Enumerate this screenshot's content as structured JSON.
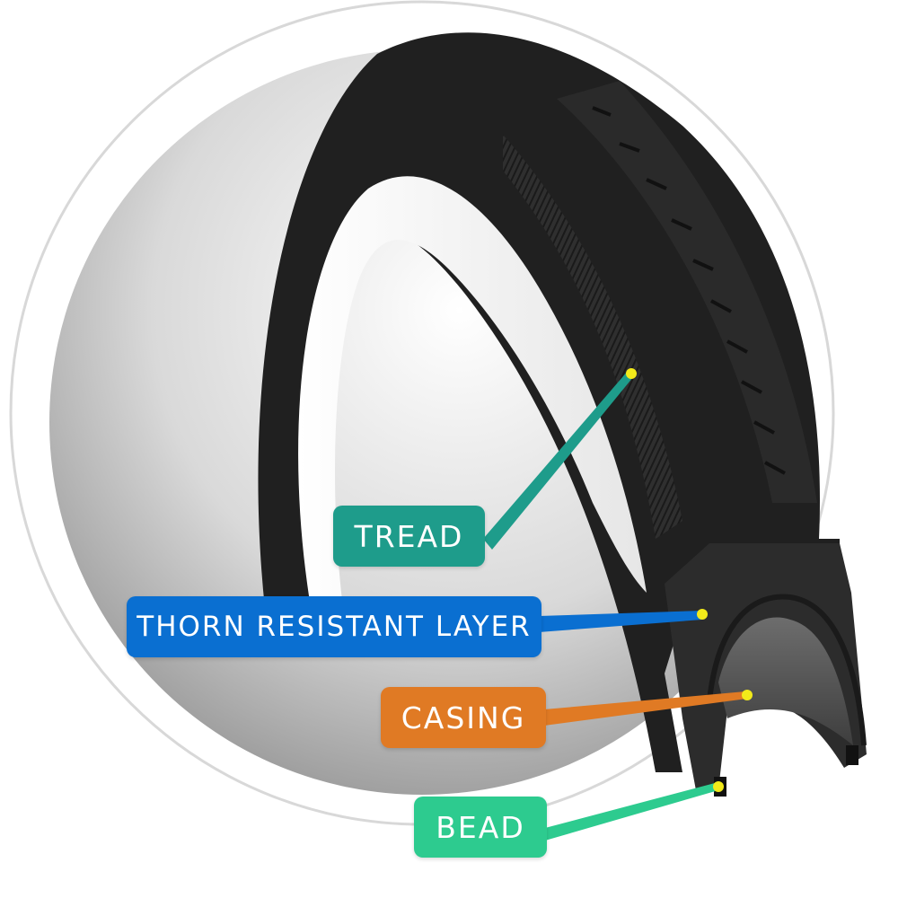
{
  "labels": {
    "tread": "TREAD",
    "thorn_resistant_layer": "THORN RESISTANT LAYER",
    "casing": "CASING",
    "bead": "BEAD"
  },
  "colors": {
    "tread": "#1e9c8b",
    "thorn_resistant_layer": "#0a6fd1",
    "casing": "#e07a24",
    "bead": "#2dcb8f",
    "marker": "#f2ea1a"
  }
}
